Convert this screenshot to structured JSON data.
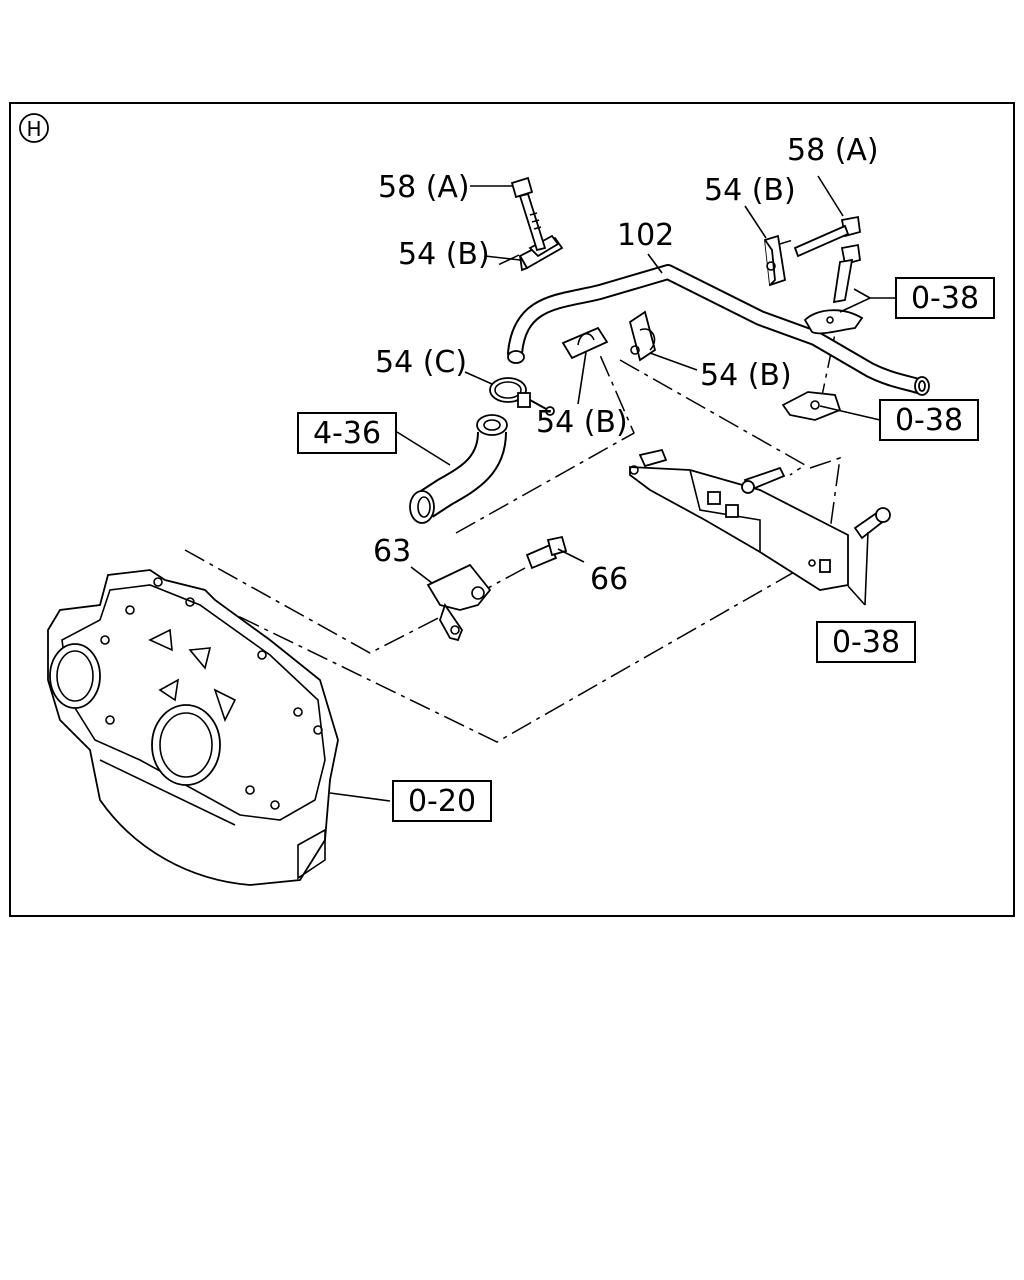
{
  "section_marker": "H",
  "labels": {
    "bolt_top_left": "58 (A)",
    "bolt_top_right": "58 (A)",
    "clip_upper_left": "54 (B)",
    "clip_upper_right": "54 (B)",
    "pipe": "102",
    "clamp": "54 (C)",
    "clip_lower_center": "54 (B)",
    "clip_lower_right": "54 (B)",
    "bracket": "63",
    "bolt_bracket": "66"
  },
  "references": {
    "hose": "4-36",
    "upper_right": "0-38",
    "middle_right": "0-38",
    "lower_right": "0-38",
    "flywheel_housing": "0-20"
  }
}
